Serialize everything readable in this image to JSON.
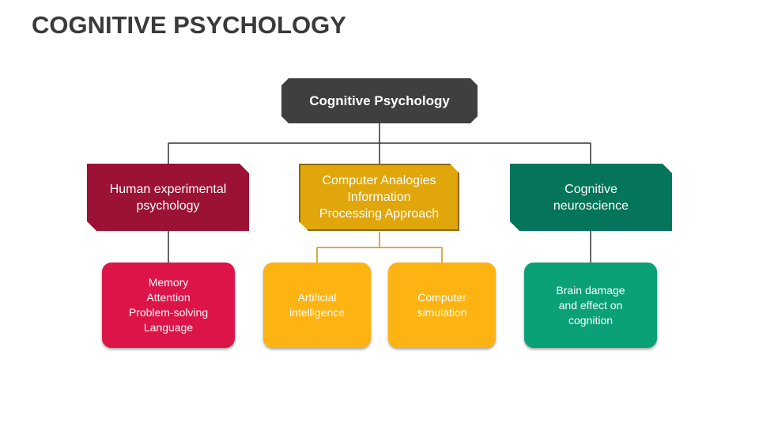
{
  "title": "COGNITIVE PSYCHOLOGY",
  "root": {
    "label": "Cognitive Psychology"
  },
  "categories": [
    {
      "label": "Human experimental\npsychology",
      "color": "#9b1234"
    },
    {
      "label": "Computer Analogies\nInformation\nProcessing Approach",
      "color": "#e0a60b"
    },
    {
      "label": "Cognitive\nneuroscience",
      "color": "#04755a"
    }
  ],
  "leaves": [
    {
      "label": "Memory\nAttention\nProblem-solving\nLanguage",
      "color": "#dc1448"
    },
    {
      "label": "Artificial\nintelligence",
      "color": "#fdb311"
    },
    {
      "label": "Computer\nsimulation",
      "color": "#fdb311"
    },
    {
      "label": "Brain damage\nand effect on\ncognition",
      "color": "#0aa078"
    }
  ],
  "colors": {
    "title": "#3a3a3a",
    "root": "#3f3f3f",
    "connector_dark": "#333333",
    "connector_gold": "#c8930a"
  }
}
